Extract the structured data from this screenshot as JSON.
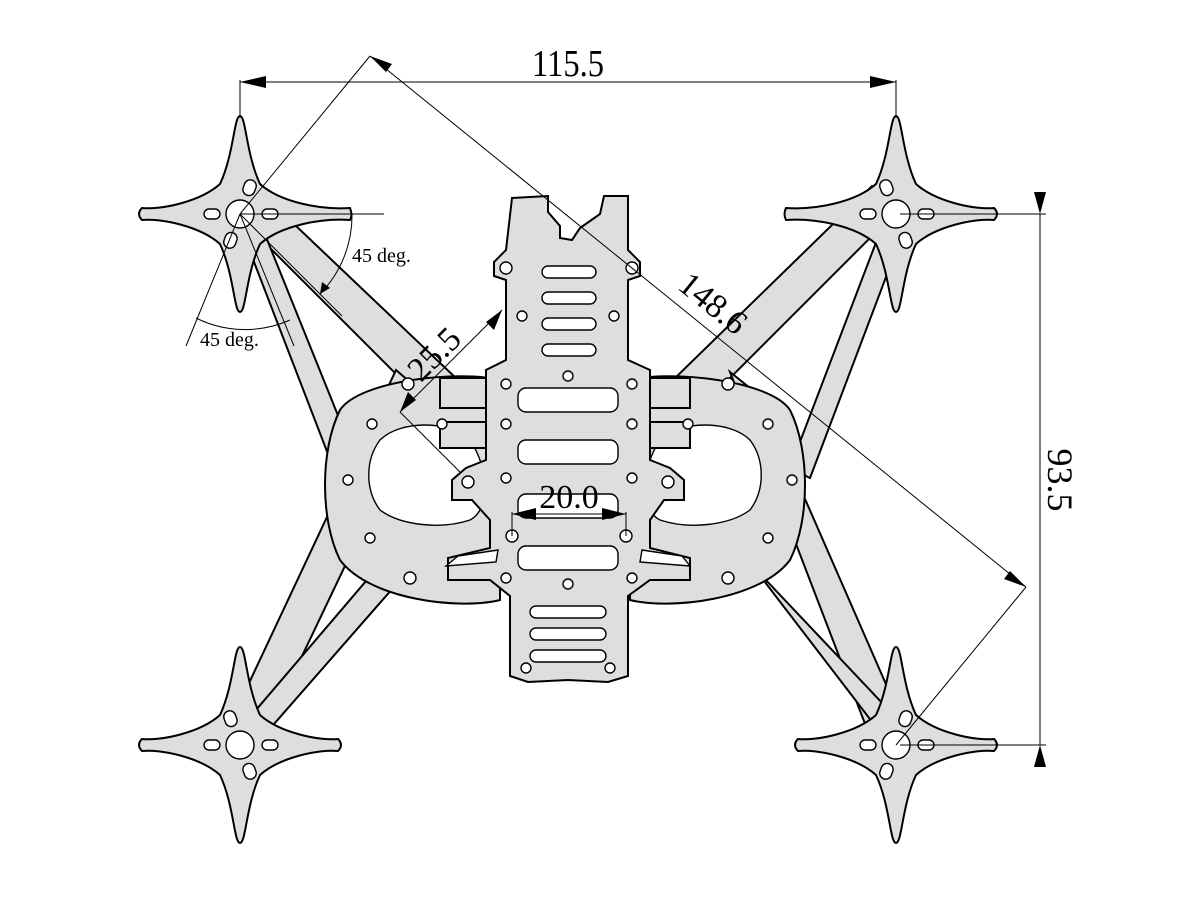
{
  "dimensions": {
    "motor_width": "115.5",
    "diagonal": "148.6",
    "motor_height": "93.5",
    "stack_diagonal": "25.5",
    "stack_spacing": "20.0"
  },
  "angles": {
    "upper": "45 deg.",
    "lower": "45 deg."
  }
}
